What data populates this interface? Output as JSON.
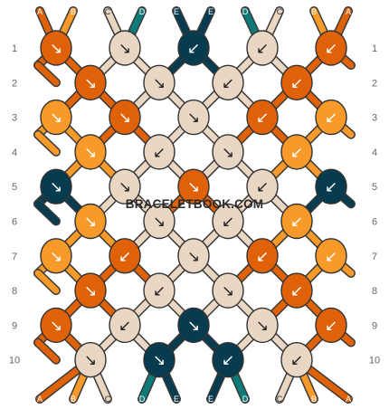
{
  "site": {
    "watermark": "BRACELETBOOK.COM"
  },
  "strands": [
    {
      "label": "A",
      "color": "#e06208"
    },
    {
      "label": "B",
      "color": "#f79a2a"
    },
    {
      "label": "C",
      "color": "#ead7c3"
    },
    {
      "label": "D",
      "color": "#0e7b77"
    },
    {
      "label": "E",
      "color": "#073c50"
    },
    {
      "label": "E",
      "color": "#073c50"
    },
    {
      "label": "D",
      "color": "#0e7b77"
    },
    {
      "label": "C",
      "color": "#ead7c3"
    },
    {
      "label": "B",
      "color": "#f79a2a"
    },
    {
      "label": "A",
      "color": "#e06208"
    }
  ],
  "rows": [
    {
      "label": "1",
      "knots": [
        {
          "c": "A",
          "d": "↘"
        },
        {
          "c": "C",
          "d": "↘"
        },
        {
          "c": "E",
          "d": "↙"
        },
        {
          "c": "C",
          "d": "↙"
        },
        {
          "c": "A",
          "d": "↙"
        }
      ]
    },
    {
      "label": "2",
      "knots": [
        {
          "c": "A",
          "d": "↘"
        },
        {
          "c": "C",
          "d": "↘"
        },
        {
          "c": "C",
          "d": "↙"
        },
        {
          "c": "A",
          "d": "↙"
        }
      ]
    },
    {
      "label": "3",
      "knots": [
        {
          "c": "B",
          "d": "↘"
        },
        {
          "c": "A",
          "d": "↘"
        },
        {
          "c": "C",
          "d": "↘"
        },
        {
          "c": "A",
          "d": "↙"
        },
        {
          "c": "B",
          "d": "↙"
        }
      ]
    },
    {
      "label": "4",
      "knots": [
        {
          "c": "B",
          "d": "↘"
        },
        {
          "c": "C",
          "d": "↙"
        },
        {
          "c": "C",
          "d": "↘"
        },
        {
          "c": "B",
          "d": "↙"
        }
      ]
    },
    {
      "label": "5",
      "knots": [
        {
          "c": "E",
          "d": "↘"
        },
        {
          "c": "C",
          "d": "↘"
        },
        {
          "c": "A",
          "d": "↘"
        },
        {
          "c": "C",
          "d": "↙"
        },
        {
          "c": "E",
          "d": "↙"
        }
      ]
    },
    {
      "label": "6",
      "knots": [
        {
          "c": "B",
          "d": "↘"
        },
        {
          "c": "C",
          "d": "↘"
        },
        {
          "c": "C",
          "d": "↙"
        },
        {
          "c": "B",
          "d": "↙"
        }
      ]
    },
    {
      "label": "7",
      "knots": [
        {
          "c": "B",
          "d": "↘"
        },
        {
          "c": "A",
          "d": "↙"
        },
        {
          "c": "C",
          "d": "↘"
        },
        {
          "c": "A",
          "d": "↙"
        },
        {
          "c": "B",
          "d": "↙"
        }
      ]
    },
    {
      "label": "8",
      "knots": [
        {
          "c": "A",
          "d": "↘"
        },
        {
          "c": "C",
          "d": "↙"
        },
        {
          "c": "C",
          "d": "↘"
        },
        {
          "c": "A",
          "d": "↙"
        }
      ]
    },
    {
      "label": "9",
      "knots": [
        {
          "c": "A",
          "d": "↘"
        },
        {
          "c": "C",
          "d": "↙"
        },
        {
          "c": "E",
          "d": "↘"
        },
        {
          "c": "C",
          "d": "↘"
        },
        {
          "c": "A",
          "d": "↙"
        }
      ]
    },
    {
      "label": "10",
      "knots": [
        {
          "c": "C",
          "d": "↘"
        },
        {
          "c": "E",
          "d": "↘"
        },
        {
          "c": "E",
          "d": "↙"
        },
        {
          "c": "C",
          "d": "↙"
        }
      ]
    }
  ],
  "palette": {
    "A": "#e06208",
    "B": "#f79a2a",
    "C": "#ead7c3",
    "D": "#0e7b77",
    "E": "#073c50"
  }
}
